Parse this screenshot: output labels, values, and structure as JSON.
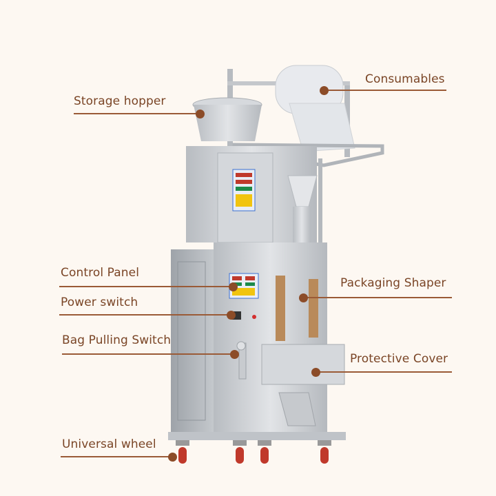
{
  "callouts": {
    "storage_hopper": "Storage hopper",
    "consumables": "Consumables",
    "control_panel": "Control Panel",
    "power_switch": "Power switch",
    "bag_pulling_switch": "Bag Pulling Switch",
    "packaging_shaper": "Packaging Shaper",
    "protective_cover": "Protective Cover",
    "universal_wheel": "Universal wheel"
  },
  "colors": {
    "background": "#fdf8f2",
    "label_text": "#7a4526",
    "leader_line": "#9a5a36",
    "steel": "#c9ccd0",
    "wheel": "#c0392b"
  }
}
